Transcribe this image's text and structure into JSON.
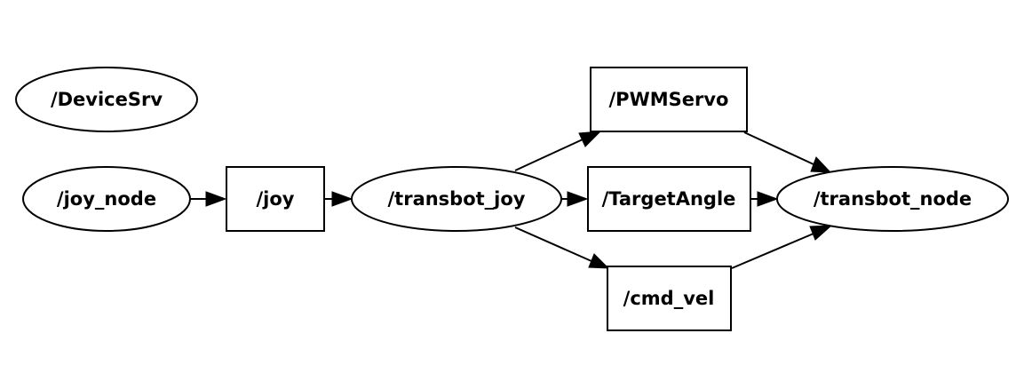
{
  "graph": {
    "nodes": [
      {
        "id": "devicesrv",
        "label": "/DeviceSrv",
        "kind": "node"
      },
      {
        "id": "joy_node",
        "label": "/joy_node",
        "kind": "node"
      },
      {
        "id": "joy",
        "label": "/joy",
        "kind": "topic"
      },
      {
        "id": "transbot_joy",
        "label": "/transbot_joy",
        "kind": "node"
      },
      {
        "id": "pwmservo",
        "label": "/PWMServo",
        "kind": "topic"
      },
      {
        "id": "targetangle",
        "label": "/TargetAngle",
        "kind": "topic"
      },
      {
        "id": "cmd_vel",
        "label": "/cmd_vel",
        "kind": "topic"
      },
      {
        "id": "transbot_node",
        "label": "/transbot_node",
        "kind": "node"
      }
    ],
    "edges": [
      {
        "from": "joy_node",
        "to": "joy"
      },
      {
        "from": "joy",
        "to": "transbot_joy"
      },
      {
        "from": "transbot_joy",
        "to": "pwmservo"
      },
      {
        "from": "transbot_joy",
        "to": "targetangle"
      },
      {
        "from": "transbot_joy",
        "to": "cmd_vel"
      },
      {
        "from": "pwmservo",
        "to": "transbot_node"
      },
      {
        "from": "targetangle",
        "to": "transbot_node"
      },
      {
        "from": "cmd_vel",
        "to": "transbot_node"
      }
    ]
  }
}
